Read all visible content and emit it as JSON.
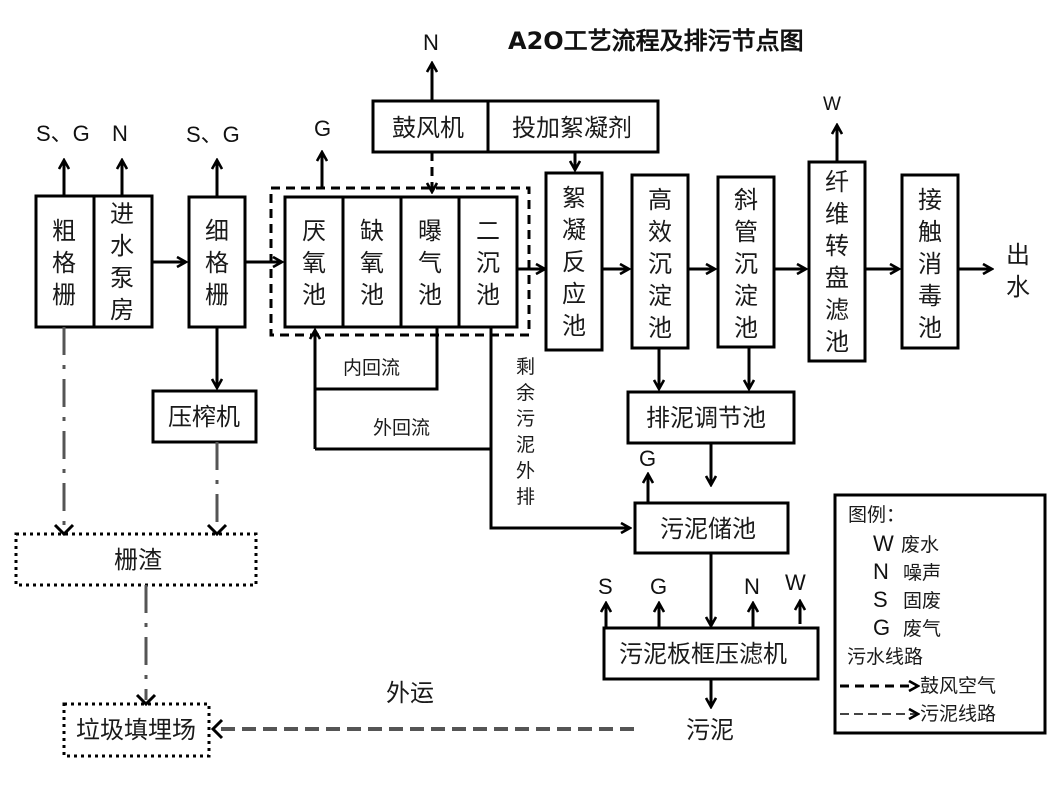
{
  "title": "A2O工艺流程及排污节点图",
  "nodes": {
    "coarse_screen": "粗格栅",
    "intake_pump": "进水泵房",
    "fine_screen": "细格栅",
    "anaerobic": "厌氧池",
    "anoxic": "缺氧池",
    "aeration": "曝气池",
    "secondary_clarifier": "二沉池",
    "blower": "鼓风机",
    "flocculant_dosing": "投加絮凝剂",
    "flocculation_tank": "絮凝反应池",
    "high_eff_sedimentation": "高效沉淀池",
    "inclined_tube_sedimentation": "斜管沉淀池",
    "fiber_disc_filter": "纤维转盘滤池",
    "contact_disinfection": "接触消毒池",
    "outflow": "出水",
    "screw_press": "压榨机",
    "screenings": "栅渣",
    "landfill": "垃圾填埋场",
    "sludge_regulating": "排泥调节池",
    "sludge_storage": "污泥储池",
    "plate_frame_press": "污泥板框压滤机",
    "sludge": "污泥"
  },
  "flow_labels": {
    "internal_return": "内回流",
    "external_return": "外回流",
    "excess_sludge": "剩余污泥外排",
    "transport_out": "外运"
  },
  "emissions": {
    "coarse_screen": "S、G",
    "intake_pump": "N",
    "fine_screen": "S、G",
    "anaerobic": "G",
    "blower": "N",
    "fiber_disc_filter": "W",
    "sludge_storage": "G",
    "press_s": "S",
    "press_g": "G",
    "press_n": "N",
    "press_w": "W"
  },
  "legend": {
    "title": "图例：",
    "items": [
      {
        "code": "W",
        "label": "废水"
      },
      {
        "code": "N",
        "label": "噪声"
      },
      {
        "code": "S",
        "label": "固废"
      },
      {
        "code": "G",
        "label": "废气"
      }
    ],
    "sewage_line": "污水线路",
    "air_line": "鼓风空气",
    "sludge_line": "污泥线路"
  }
}
